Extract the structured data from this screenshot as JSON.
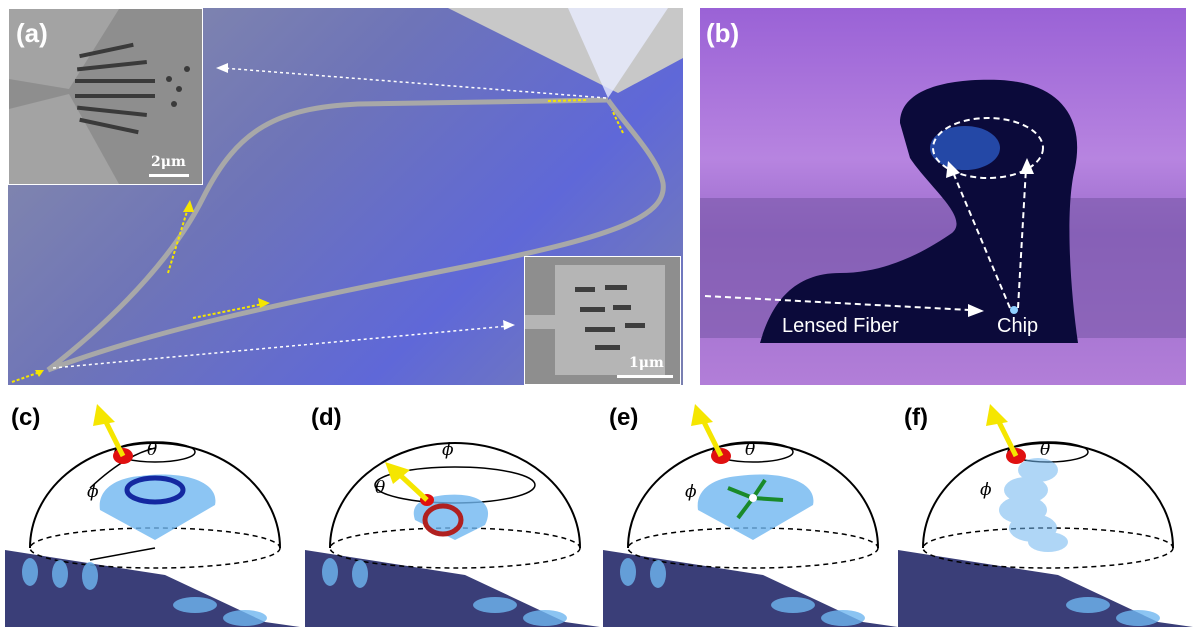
{
  "panels": {
    "a": {
      "label": "(a)",
      "inset_top_scale": "2μm",
      "inset_bottom_scale": "1μm"
    },
    "b": {
      "label": "(b)",
      "fiber_label": "Lensed Fiber",
      "chip_label": "Chip"
    },
    "c": {
      "label": "(c)",
      "theta": "θ",
      "phi": "ϕ"
    },
    "d": {
      "label": "(d)",
      "theta": "θ",
      "phi": "ϕ"
    },
    "e": {
      "label": "(e)",
      "theta": "θ",
      "phi": "ϕ"
    },
    "f": {
      "label": "(f)",
      "theta": "θ",
      "phi": "ϕ"
    }
  },
  "colors": {
    "arrow_yellow": "#f5e600",
    "waveguide_gray": "#9a9a9a",
    "beam_blue": "#6fb6f0",
    "spot_red": "#e01010"
  }
}
